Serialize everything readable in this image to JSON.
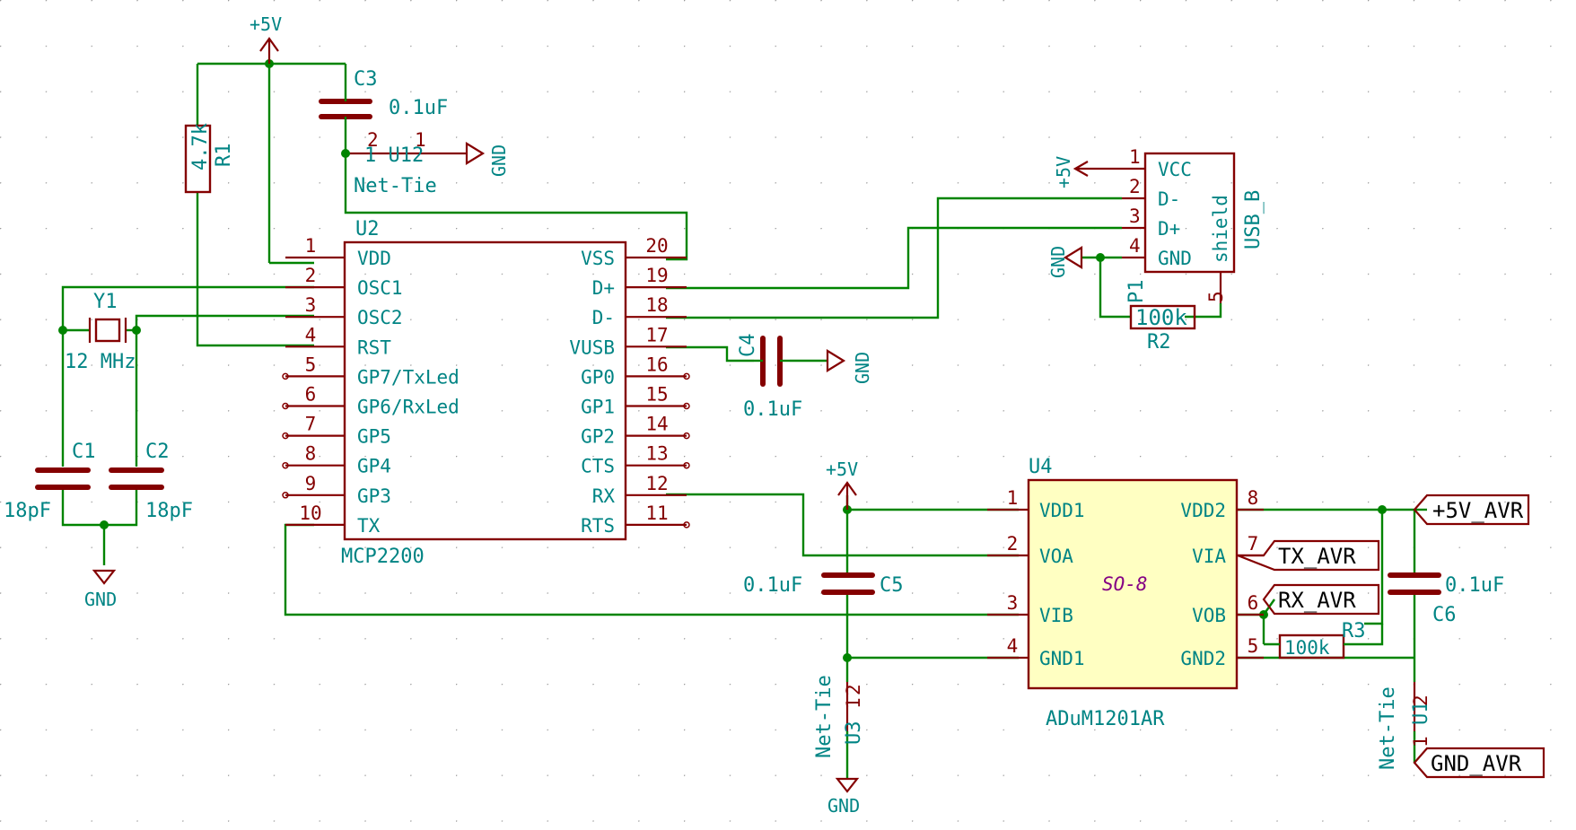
{
  "power": {
    "vcc": "+5V",
    "gnd": "GND"
  },
  "labels": {
    "plus5v_avr": "+5V_AVR",
    "tx_avr": "TX_AVR",
    "rx_avr": "RX_AVR",
    "gnd_avr": "GND_AVR"
  },
  "u2": {
    "ref": "U2",
    "value": "MCP2200",
    "left_pins": [
      {
        "num": "1",
        "name": "VDD"
      },
      {
        "num": "2",
        "name": "OSC1"
      },
      {
        "num": "3",
        "name": "OSC2"
      },
      {
        "num": "4",
        "name": "RST"
      },
      {
        "num": "5",
        "name": "GP7/TxLed"
      },
      {
        "num": "6",
        "name": "GP6/RxLed"
      },
      {
        "num": "7",
        "name": "GP5"
      },
      {
        "num": "8",
        "name": "GP4"
      },
      {
        "num": "9",
        "name": "GP3"
      },
      {
        "num": "10",
        "name": "TX"
      }
    ],
    "right_pins": [
      {
        "num": "20",
        "name": "VSS"
      },
      {
        "num": "19",
        "name": "D+"
      },
      {
        "num": "18",
        "name": "D-"
      },
      {
        "num": "17",
        "name": "VUSB"
      },
      {
        "num": "16",
        "name": "GP0"
      },
      {
        "num": "15",
        "name": "GP1"
      },
      {
        "num": "14",
        "name": "GP2"
      },
      {
        "num": "13",
        "name": "CTS"
      },
      {
        "num": "12",
        "name": "RX"
      },
      {
        "num": "11",
        "name": "RTS"
      }
    ]
  },
  "u4": {
    "ref": "U4",
    "value": "ADuM1201AR",
    "package": "SO-8",
    "left_pins": [
      {
        "num": "1",
        "name": "VDD1"
      },
      {
        "num": "2",
        "name": "VOA"
      },
      {
        "num": "3",
        "name": "VIB"
      },
      {
        "num": "4",
        "name": "GND1"
      }
    ],
    "right_pins": [
      {
        "num": "8",
        "name": "VDD2"
      },
      {
        "num": "7",
        "name": "VIA"
      },
      {
        "num": "6",
        "name": "VOB"
      },
      {
        "num": "5",
        "name": "GND2"
      }
    ]
  },
  "p1": {
    "ref": "P1",
    "value": "USB_B",
    "shield": "shield",
    "pins": [
      {
        "num": "1",
        "name": "VCC"
      },
      {
        "num": "2",
        "name": "D-"
      },
      {
        "num": "3",
        "name": "D+"
      },
      {
        "num": "4",
        "name": "GND"
      }
    ],
    "shield_pin": "5"
  },
  "r1": {
    "ref": "R1",
    "value": "4.7k"
  },
  "r2": {
    "ref": "R2",
    "value": "100k"
  },
  "r3": {
    "ref": "R3",
    "value": "100k"
  },
  "c1": {
    "ref": "C1",
    "value": "18pF"
  },
  "c2": {
    "ref": "C2",
    "value": "18pF"
  },
  "c3": {
    "ref": "C3",
    "value": "0.1uF"
  },
  "c4": {
    "ref": "C4",
    "value": "0.1uF"
  },
  "c5": {
    "ref": "C5",
    "value": "0.1uF"
  },
  "c6": {
    "ref": "C6",
    "value": "0.1uF"
  },
  "y1": {
    "ref": "Y1",
    "value": "12 MHz"
  },
  "nettie_top": {
    "value": "Net-Tie",
    "ref": "U12",
    "pin_a": "1",
    "pin_b": "2",
    "ref_overlap": "1 U12"
  },
  "nettie_u3": {
    "value": "Net-Tie",
    "ref": "U3",
    "pins": "2",
    "pins2": "1"
  },
  "nettie_u1": {
    "value": "Net-Tie",
    "ref": "U1",
    "pins": "2",
    "pins2": "1"
  }
}
